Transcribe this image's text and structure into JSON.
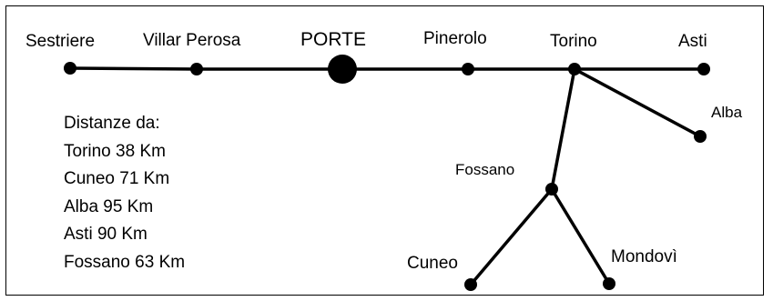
{
  "diagram": {
    "stations": [
      {
        "id": "sestriere",
        "label": "Sestriere"
      },
      {
        "id": "villar",
        "label": "Villar Perosa"
      },
      {
        "id": "porte",
        "label": "PORTE"
      },
      {
        "id": "pinerolo",
        "label": "Pinerolo"
      },
      {
        "id": "torino",
        "label": "Torino"
      },
      {
        "id": "asti",
        "label": "Asti"
      },
      {
        "id": "alba",
        "label": "Alba"
      },
      {
        "id": "fossano",
        "label": "Fossano"
      },
      {
        "id": "cuneo",
        "label": "Cuneo"
      },
      {
        "id": "mondovi",
        "label": "Mondovì"
      }
    ],
    "connections": [
      [
        "sestriere",
        "villar"
      ],
      [
        "villar",
        "porte"
      ],
      [
        "porte",
        "pinerolo"
      ],
      [
        "pinerolo",
        "torino"
      ],
      [
        "torino",
        "asti"
      ],
      [
        "torino",
        "alba"
      ],
      [
        "torino",
        "fossano"
      ],
      [
        "fossano",
        "cuneo"
      ],
      [
        "fossano",
        "mondovi"
      ]
    ],
    "highlighted_station": "porte"
  },
  "distances": {
    "heading": "Distanze da:",
    "items": [
      "Torino 38 Km",
      "Cuneo 71 Km",
      "Alba 95 Km",
      "Asti 90 Km",
      "Fossano 63 Km"
    ]
  },
  "colors": {
    "line": "#000000",
    "text": "#000000",
    "background": "#ffffff"
  }
}
